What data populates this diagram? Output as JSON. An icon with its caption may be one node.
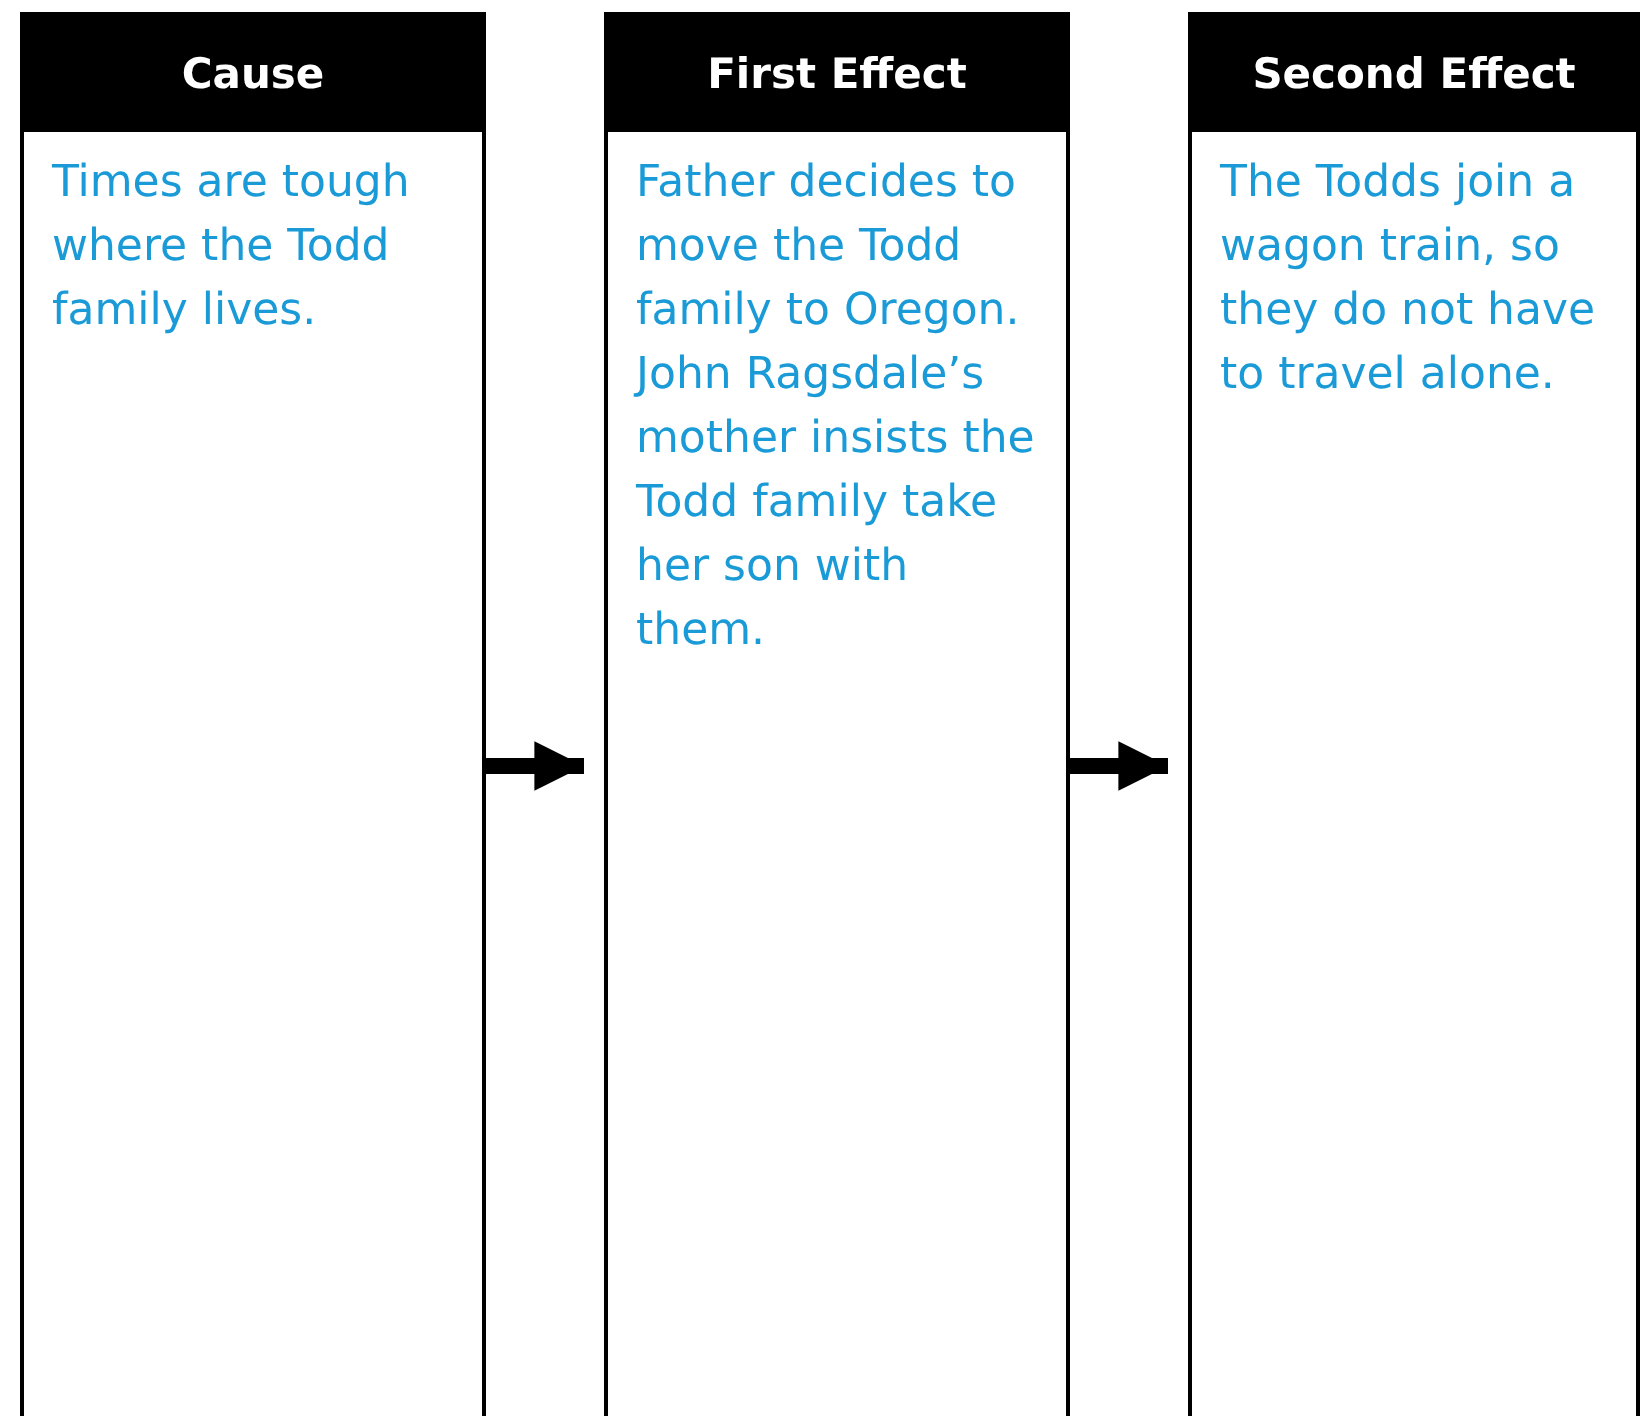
{
  "diagram": {
    "nodes": [
      {
        "text": [
          "Cause",
          "Times are tough where the Todd family lives."
        ]
      },
      {
        "text": [
          "First Effect",
          "Father decides to move the Todd family to Oregon. John Ragsdale’s mother insists the Todd family take her son with them."
        ]
      },
      {
        "text": [
          "Second Effect",
          "The Todds join a wagon train, so they do not have to travel alone."
        ]
      }
    ],
    "edges": [
      {
        "from": 0,
        "to": 1,
        "arrow": "to"
      },
      {
        "from": 1,
        "to": 2,
        "arrow": "to"
      }
    ]
  }
}
